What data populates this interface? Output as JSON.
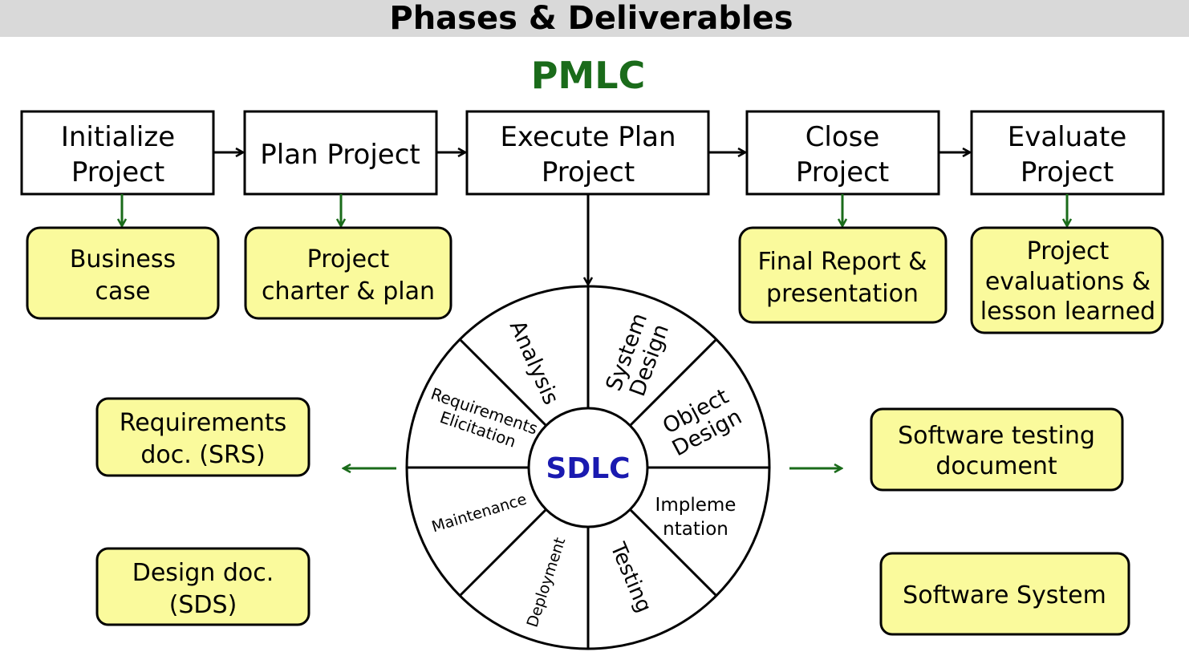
{
  "header": {
    "title": "Phases & Deliverables"
  },
  "pmlc": {
    "title": "PMLC"
  },
  "colors": {
    "header_band": "#d9d9d9",
    "pmlc_title": "#1a6b1a",
    "green_arrow": "#1a6b1a",
    "deliverable_fill": "#fafa9c",
    "sdlc_title": "#1a1ab0"
  },
  "phases": [
    {
      "line1": "Initialize",
      "line2": "Project"
    },
    {
      "line1": "Plan Project",
      "line2": ""
    },
    {
      "line1": "Execute Plan",
      "line2": "Project"
    },
    {
      "line1": "Close",
      "line2": "Project"
    },
    {
      "line1": "Evaluate",
      "line2": "Project"
    }
  ],
  "phase_deliverables": [
    {
      "lines": [
        "Business",
        "case"
      ]
    },
    {
      "lines": [
        "Project",
        "charter & plan"
      ]
    },
    {
      "lines": [
        "Final Report &",
        "presentation"
      ]
    },
    {
      "lines": [
        "Project",
        "evaluations &",
        "lesson learned"
      ]
    }
  ],
  "sdlc": {
    "title": "SDLC",
    "segments": [
      {
        "lines": [
          "Analysis"
        ]
      },
      {
        "lines": [
          "System",
          "Design"
        ]
      },
      {
        "lines": [
          "Object",
          "Design"
        ]
      },
      {
        "lines": [
          "Impleme",
          "ntation"
        ]
      },
      {
        "lines": [
          "Testing"
        ]
      },
      {
        "lines": [
          "Deployment"
        ]
      },
      {
        "lines": [
          "Maintenance"
        ]
      },
      {
        "lines": [
          "Requirements",
          "Elicitation"
        ]
      }
    ]
  },
  "sdlc_deliverables_left": [
    {
      "lines": [
        "Requirements",
        "doc. (SRS)"
      ]
    },
    {
      "lines": [
        "Design doc.",
        "(SDS)"
      ]
    }
  ],
  "sdlc_deliverables_right": [
    {
      "lines": [
        "Software testing",
        "document"
      ]
    },
    {
      "lines": [
        "Software System"
      ]
    }
  ]
}
